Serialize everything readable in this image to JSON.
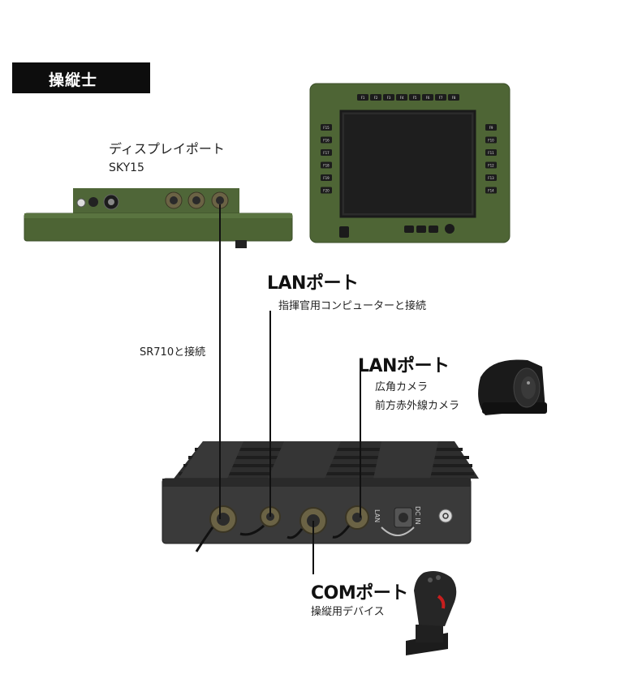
{
  "title": "操縦士",
  "display": {
    "label": "ディスプレイポート",
    "model": "SKY15"
  },
  "sr710": "SR710と接続",
  "lan1": {
    "title": "LANポート",
    "desc": "指揮官用コンピューターと接続"
  },
  "lan2": {
    "title": "LANポート",
    "desc1": "広角カメラ",
    "desc2": "前方赤外線カメラ"
  },
  "com": {
    "title": "COMポート",
    "desc": "操縦用デバイス"
  },
  "monitor": {
    "top_keys": [
      "F1",
      "F2",
      "F3",
      "F4",
      "F5",
      "F6",
      "F7",
      "F8"
    ],
    "left_keys": [
      "F15",
      "F16",
      "F17",
      "F18",
      "F19",
      "F20"
    ],
    "right_keys": [
      "F9",
      "F10",
      "F11",
      "F12",
      "F13",
      "F14"
    ]
  },
  "box": {
    "lan_port_label": "LAN",
    "dc_label": "DC IN"
  },
  "colors": {
    "military_green": "#4d6434",
    "box_gray": "#3a3a3a",
    "line": "#111111"
  }
}
